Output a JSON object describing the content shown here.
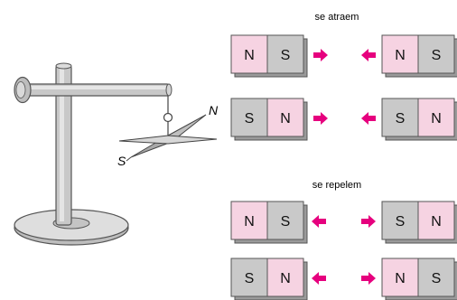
{
  "colors": {
    "north_pink": "#f6d3e2",
    "south_gray": "#c9c9c9",
    "arrow_magenta": "#e6007e",
    "outline": "#555555",
    "stand_fill": "#c8c8c8",
    "stand_light": "#e6e6e6"
  },
  "left": {
    "compass": {
      "north_label": "N",
      "south_label": "S"
    }
  },
  "attract": {
    "caption": "se atraem",
    "rows": [
      {
        "left_magnet": [
          "N",
          "S"
        ],
        "right_magnet": [
          "N",
          "S"
        ]
      },
      {
        "left_magnet": [
          "S",
          "N"
        ],
        "right_magnet": [
          "S",
          "N"
        ]
      }
    ]
  },
  "repel": {
    "caption": "se repelem",
    "rows": [
      {
        "left_magnet": [
          "N",
          "S"
        ],
        "right_magnet": [
          "S",
          "N"
        ]
      },
      {
        "left_magnet": [
          "S",
          "N"
        ],
        "right_magnet": [
          "N",
          "S"
        ]
      }
    ]
  },
  "icons": [
    "stand-icon",
    "compass-needle-icon",
    "arrow-right-icon",
    "arrow-left-icon"
  ]
}
